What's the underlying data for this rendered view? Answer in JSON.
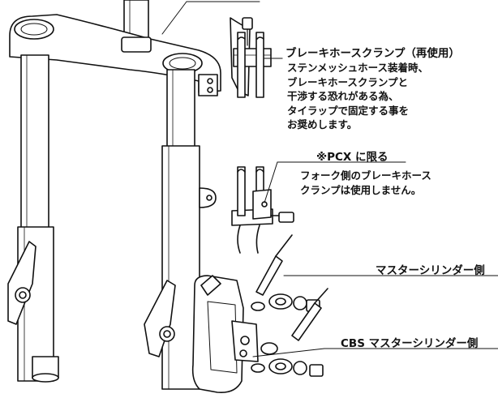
{
  "labels": {
    "brake_hose_clamp_reuse": "ブレーキホースクランプ（再使用）",
    "pcx_only": "※PCX に限る",
    "master_cylinder_side": "マスターシリンダー側",
    "cbs_master_cylinder_side": "CBS マスターシリンダー側"
  },
  "notes": {
    "steel_mesh_hose": [
      "ステンメッシュホース装着時、",
      "ブレーキホースクランプと",
      "干渉する恐れがある為、",
      "タイラップで固定する事を",
      "お奨めします。"
    ],
    "fork_side_clamp": [
      "フォーク側のブレーキホース",
      "クランプは使用しません。"
    ]
  }
}
